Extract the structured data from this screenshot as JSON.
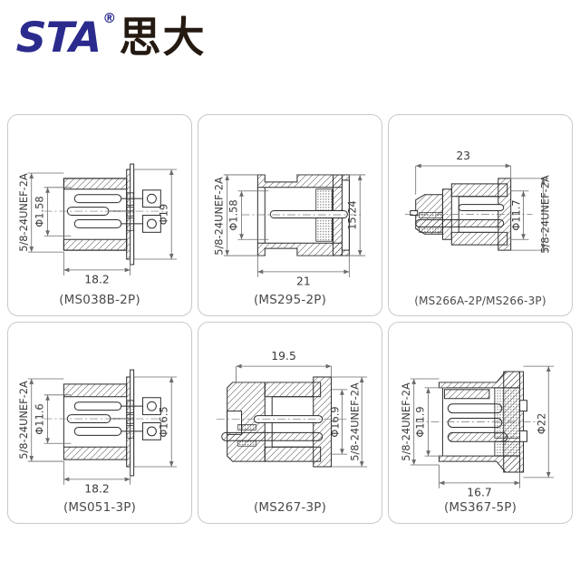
{
  "logo": {
    "brand": "STA",
    "registered": "®",
    "chinese": "思大",
    "brand_color": "#2b2b8e",
    "chinese_color": "#241a12"
  },
  "panels": [
    {
      "id": "ms038b-2p",
      "caption": "(MS038B-2P)",
      "thread_label": "5/8-24UNEF-2A",
      "dims": {
        "inner_diameter": "Φ1.58",
        "outer_diameter": "Φ19",
        "length": "18.2"
      }
    },
    {
      "id": "ms295-2p",
      "caption": "(MS295-2P)",
      "thread_label": "5/8-24UNEF-2A",
      "dims": {
        "inner_diameter": "Φ1.58",
        "height": "15.24",
        "length": "21"
      }
    },
    {
      "id": "ms266a-2p-ms266-3p",
      "caption": "(MS266A-2P/MS266-3P)",
      "thread_label": "5/8-24UNEF-2A",
      "dims": {
        "length": "23",
        "diameter": "Φ11.7"
      }
    },
    {
      "id": "ms051-3p",
      "caption": "(MS051-3P)",
      "thread_label": "5/8-24UNEF-2A",
      "dims": {
        "inner_diameter": "Φ11.6",
        "outer_diameter": "Φ16.5",
        "length": "18.2"
      }
    },
    {
      "id": "ms267-3p",
      "caption": "(MS267-3P)",
      "thread_label": "5/8-24UNEF-2A",
      "dims": {
        "length": "19.5",
        "diameter": "Φ16.9"
      }
    },
    {
      "id": "ms367-5p",
      "caption": "(MS367-5P)",
      "thread_label": "5/8-24UNEF-2A",
      "dims": {
        "inner_diameter": "Φ11.9",
        "outer_diameter": "Φ22",
        "length": "16.7"
      }
    }
  ],
  "colors": {
    "panel_border": "#c9c9c9",
    "line": "#2b2b2b",
    "dim_line": "#6a6a6a",
    "caption_text": "#4a4a4a",
    "background": "#ffffff"
  }
}
